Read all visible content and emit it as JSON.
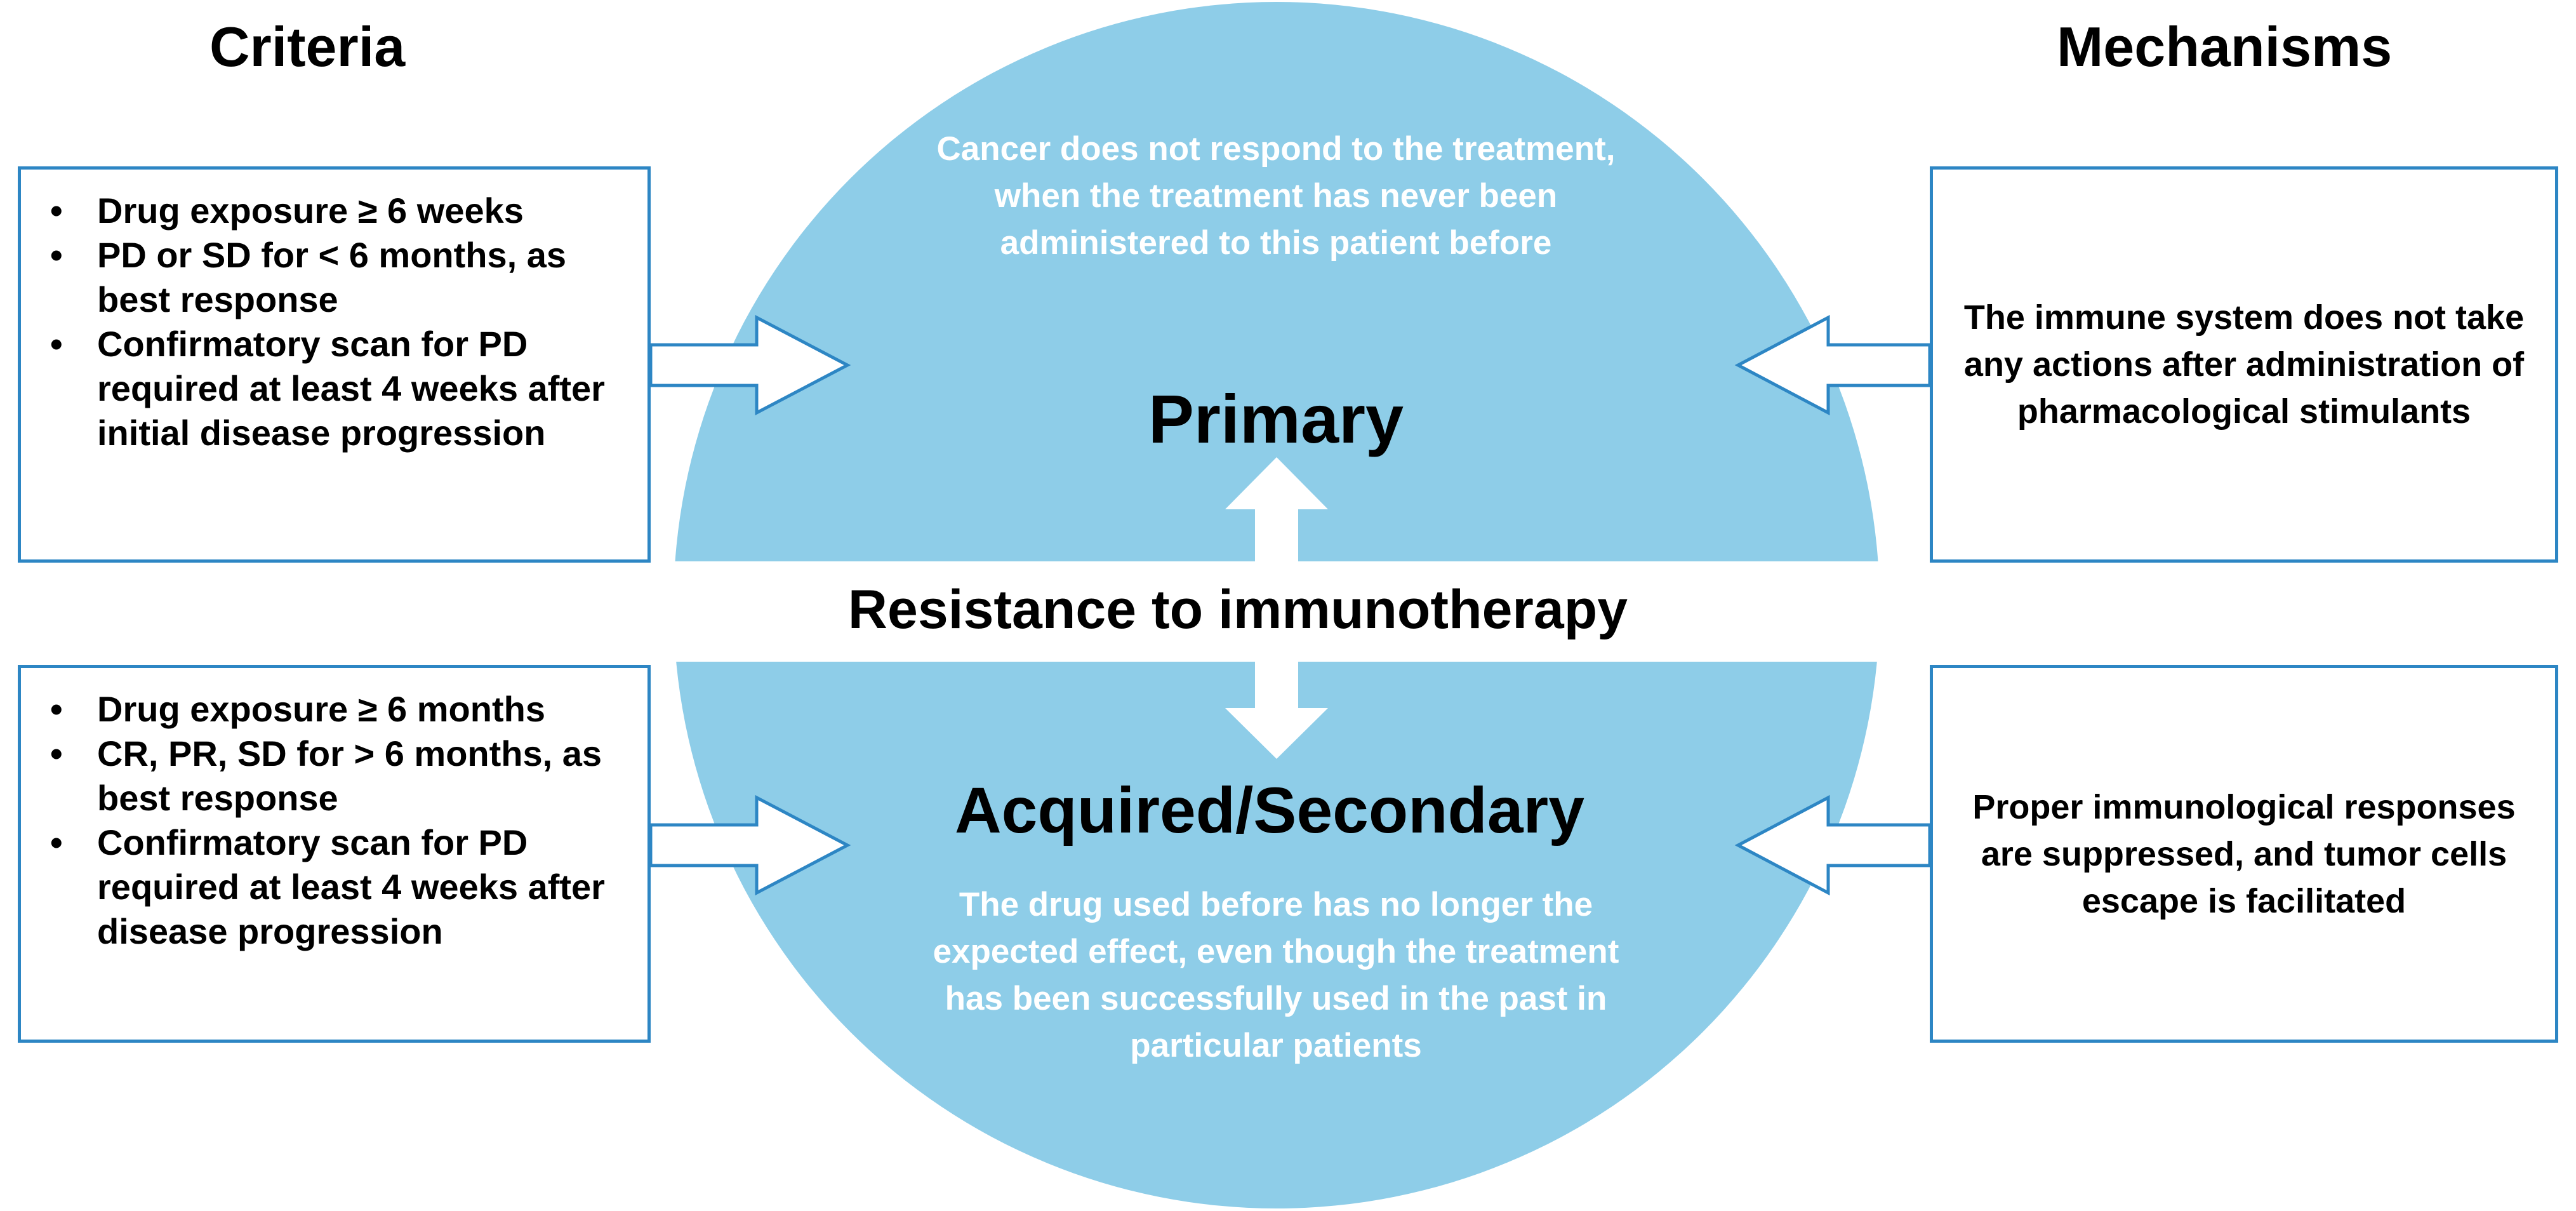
{
  "headings": {
    "criteria": "Criteria",
    "mechanisms": "Mechanisms"
  },
  "center": {
    "title": "Resistance to immunotherapy",
    "primary": {
      "label": "Primary",
      "description": "Cancer does not respond to the treatment, when the treatment has never been administered to this patient before"
    },
    "secondary": {
      "label": "Acquired/Secondary",
      "description": "The drug used before has no longer the expected effect, even though the treatment has been successfully used in the past in particular patients"
    }
  },
  "criteria_primary": [
    "Drug exposure ≥ 6 weeks",
    "PD or SD for < 6  months, as best response",
    "Confirmatory scan for PD required at least 4 weeks after initial disease progression"
  ],
  "criteria_secondary": [
    "Drug exposure ≥ 6 months",
    "CR, PR, SD for > 6 months, as best response",
    "Confirmatory scan for PD required at least 4 weeks after disease progression"
  ],
  "mechanisms": {
    "primary": "The immune system does not take any actions after administration of pharmacological stimulants",
    "secondary": "Proper immunological responses are suppressed, and tumor cells escape is facilitated"
  },
  "colors": {
    "circle_fill": "#8ecde8",
    "box_border": "#2d86c4",
    "arrow_fill": "#ffffff",
    "arrow_stroke": "#2d86c4",
    "description_text": "#ffffff"
  },
  "icons": {
    "criteria_arrows": "arrow-right-icon",
    "mechanism_arrows": "arrow-left-icon",
    "center_arrow": "double-arrow-vertical-icon"
  }
}
